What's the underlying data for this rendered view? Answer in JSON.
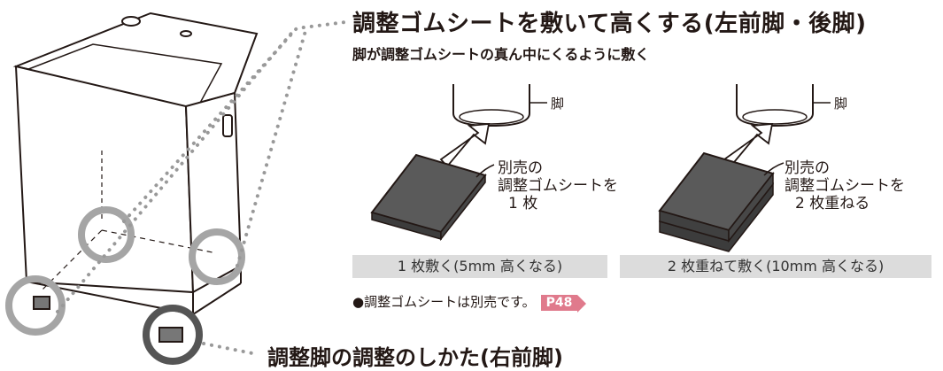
{
  "heading_rubber": "調整ゴムシートを敷いて高くする(左前脚・後脚)",
  "subheading": "脚が調整ゴムシートの真ん中にくるように敷く",
  "left_figure": {
    "leg_label": "脚",
    "note_line1": "別売の",
    "note_line2": "調整ゴムシートを",
    "note_line3": "1 枚"
  },
  "right_figure": {
    "leg_label": "脚",
    "note_line1": "別売の",
    "note_line2": "調整ゴムシートを",
    "note_line3": "2 枚重ねる"
  },
  "option_one": "1 枚敷く(5mm 高くなる)",
  "option_two": "2 枚重ねて敷く(10mm 高くなる)",
  "footnote": "●調整ゴムシートは別売です。",
  "page_ref": "P48",
  "heading_adjust": "調整脚の調整のしかた(右前脚)",
  "colors": {
    "accent": "#e07a8c",
    "sheet": "#5a5a5a",
    "bar": "#dcdcdc",
    "circle": "#9a9a9a"
  }
}
